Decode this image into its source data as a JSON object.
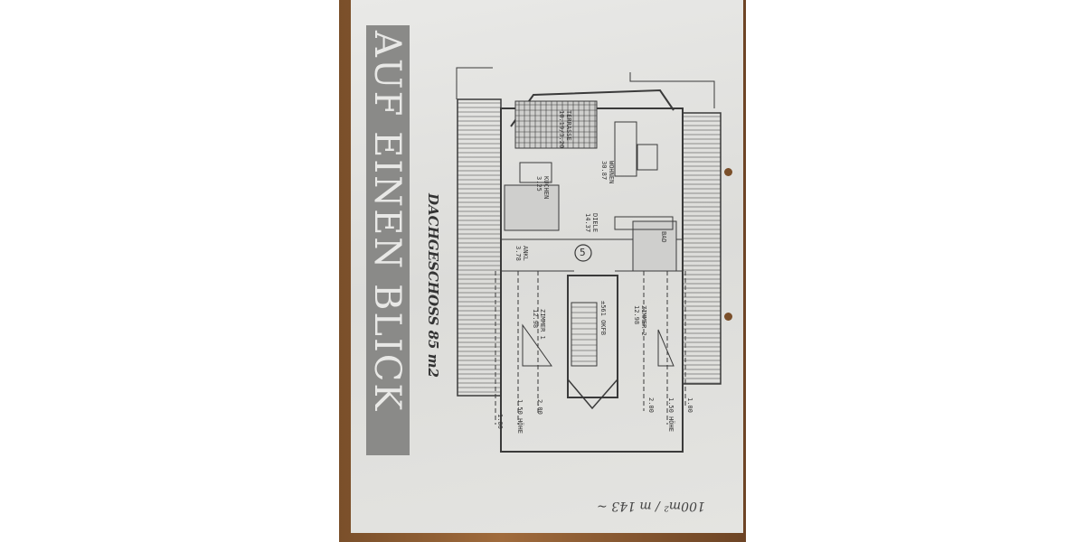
{
  "banner": {
    "title": "AUF EINEN BLICK"
  },
  "plan": {
    "subtitle": "DACHGESCHOSS 85 m2",
    "unit_number": "5",
    "rooms": [
      {
        "name": "TERRASSE",
        "area": "10.19/3.20"
      },
      {
        "name": "WOHNEN",
        "area": "30.87"
      },
      {
        "name": "KÜCHEN",
        "area": "3.25"
      },
      {
        "name": "DIELE",
        "area": "14.37"
      },
      {
        "name": "ANKL",
        "area": "3.78"
      },
      {
        "name": "BAD",
        "area": ""
      },
      {
        "name": "ZIMMER 1",
        "area": "12.98"
      },
      {
        "name": "ZIMMER 2",
        "area": "12.98"
      }
    ],
    "level_marker": "±561 OKFB",
    "dimensions_left": [
      "1.00",
      "1.50 HÖHE",
      "2.00"
    ],
    "dimensions_right": [
      "2.00",
      "1.50 HÖHE",
      "1.00"
    ]
  },
  "handwritten_note": "100m² / m 143 ~",
  "colors": {
    "paper": "#e4e4e1",
    "banner": "#8a8a88",
    "wood": "#8a5a30"
  }
}
